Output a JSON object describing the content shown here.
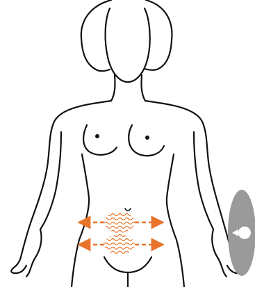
{
  "colors": {
    "background": "#ffffff",
    "outline": "#111111",
    "accent": "#e8732a",
    "accent_light": "#f6b47e",
    "device": "#9a9a9a",
    "device_dot": "#ffffff"
  },
  "figure": {
    "subject": "body-outline-front-view",
    "zones": [
      {
        "name": "upper-abdomen-zone"
      },
      {
        "name": "lower-abdomen-zone"
      }
    ],
    "device": {
      "icon": "handheld-device-icon"
    }
  }
}
